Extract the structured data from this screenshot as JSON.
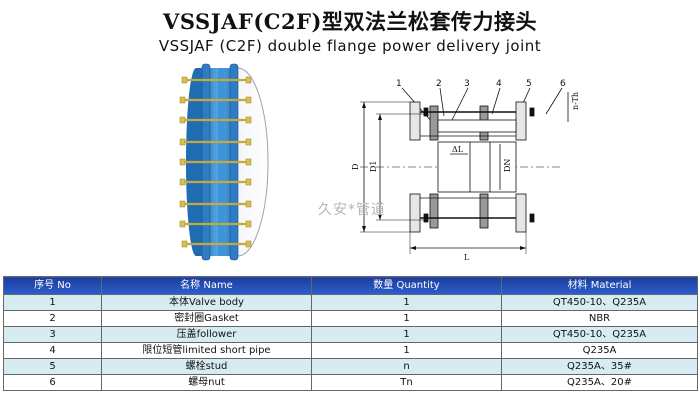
{
  "title": {
    "cn": "VSSJAF(C2F)型双法兰松套传力接头",
    "en": "VSSJAF (C2F) double flange power delivery joint"
  },
  "drawing": {
    "part_labels": [
      "1",
      "2",
      "3",
      "4",
      "5",
      "6"
    ],
    "dim_labels": {
      "D": "D",
      "D1": "D1",
      "DN": "DN",
      "dl": "ΔL",
      "L": "L",
      "nTh": "n-Th"
    }
  },
  "watermark": "久安*管道",
  "table": {
    "headers": [
      "序号 No",
      "名称 Name",
      "数量 Quantity",
      "材料 Material"
    ],
    "rows": [
      {
        "no": "1",
        "name": "本体Valve body",
        "qty": "1",
        "material": "QT450-10、Q235A"
      },
      {
        "no": "2",
        "name": "密封圈Gasket",
        "qty": "1",
        "material": "NBR"
      },
      {
        "no": "3",
        "name": "压盖follower",
        "qty": "1",
        "material": "QT450-10、Q235A"
      },
      {
        "no": "4",
        "name": "限位短管limited short pipe",
        "qty": "1",
        "material": "Q235A"
      },
      {
        "no": "5",
        "name": "螺栓stud",
        "qty": "n",
        "material": "Q235A、35#"
      },
      {
        "no": "6",
        "name": "螺母nut",
        "qty": "Tn",
        "material": "Q235A、20#"
      }
    ]
  },
  "colors": {
    "pipe_blue": "#3a8ed0",
    "bolt_yellow": "#d8c04a",
    "header_blue": "#2448b0",
    "row_tint": "#d7ecf2"
  }
}
